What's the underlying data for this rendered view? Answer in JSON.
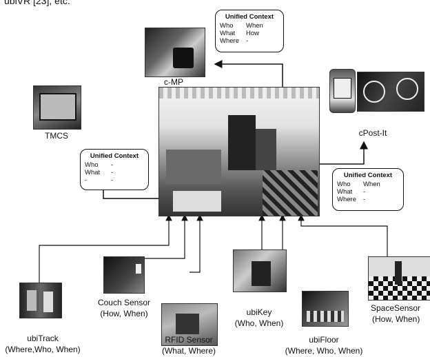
{
  "caption_fragment": "ubiVR [23], etc.",
  "hub_label": "",
  "nodes": {
    "cmp": {
      "label": "c-MP"
    },
    "tmcs": {
      "label": "TMCS"
    },
    "cpostit": {
      "label": "cPost-It"
    },
    "ubitrack": {
      "label": "ubiTrack",
      "sub": "(Where,Who, When)"
    },
    "couch": {
      "label": "Couch Sensor",
      "sub": "(How, When)"
    },
    "rfid": {
      "label": "RFID Sensor",
      "sub": "(What, Where)"
    },
    "ubikey": {
      "label": "ubiKey",
      "sub": "(Who, When)"
    },
    "ubifloor": {
      "label": "ubiFloor",
      "sub": "(Where, Who, When)"
    },
    "spacesensor": {
      "label": "SpaceSensor",
      "sub": "(How, When)"
    }
  },
  "contexts": {
    "top": {
      "title": "Unified Context",
      "rows": [
        [
          "Who",
          "When"
        ],
        [
          "What",
          "How"
        ],
        [
          "Where",
          "-"
        ]
      ]
    },
    "left": {
      "title": "Unified Context",
      "rows": [
        [
          "Who",
          "-"
        ],
        [
          "What",
          "-"
        ],
        [
          "-",
          "-"
        ]
      ]
    },
    "right": {
      "title": "Unified Context",
      "rows": [
        [
          "Who",
          "When"
        ],
        [
          "What",
          "-"
        ],
        [
          "Where",
          "-"
        ]
      ]
    }
  }
}
